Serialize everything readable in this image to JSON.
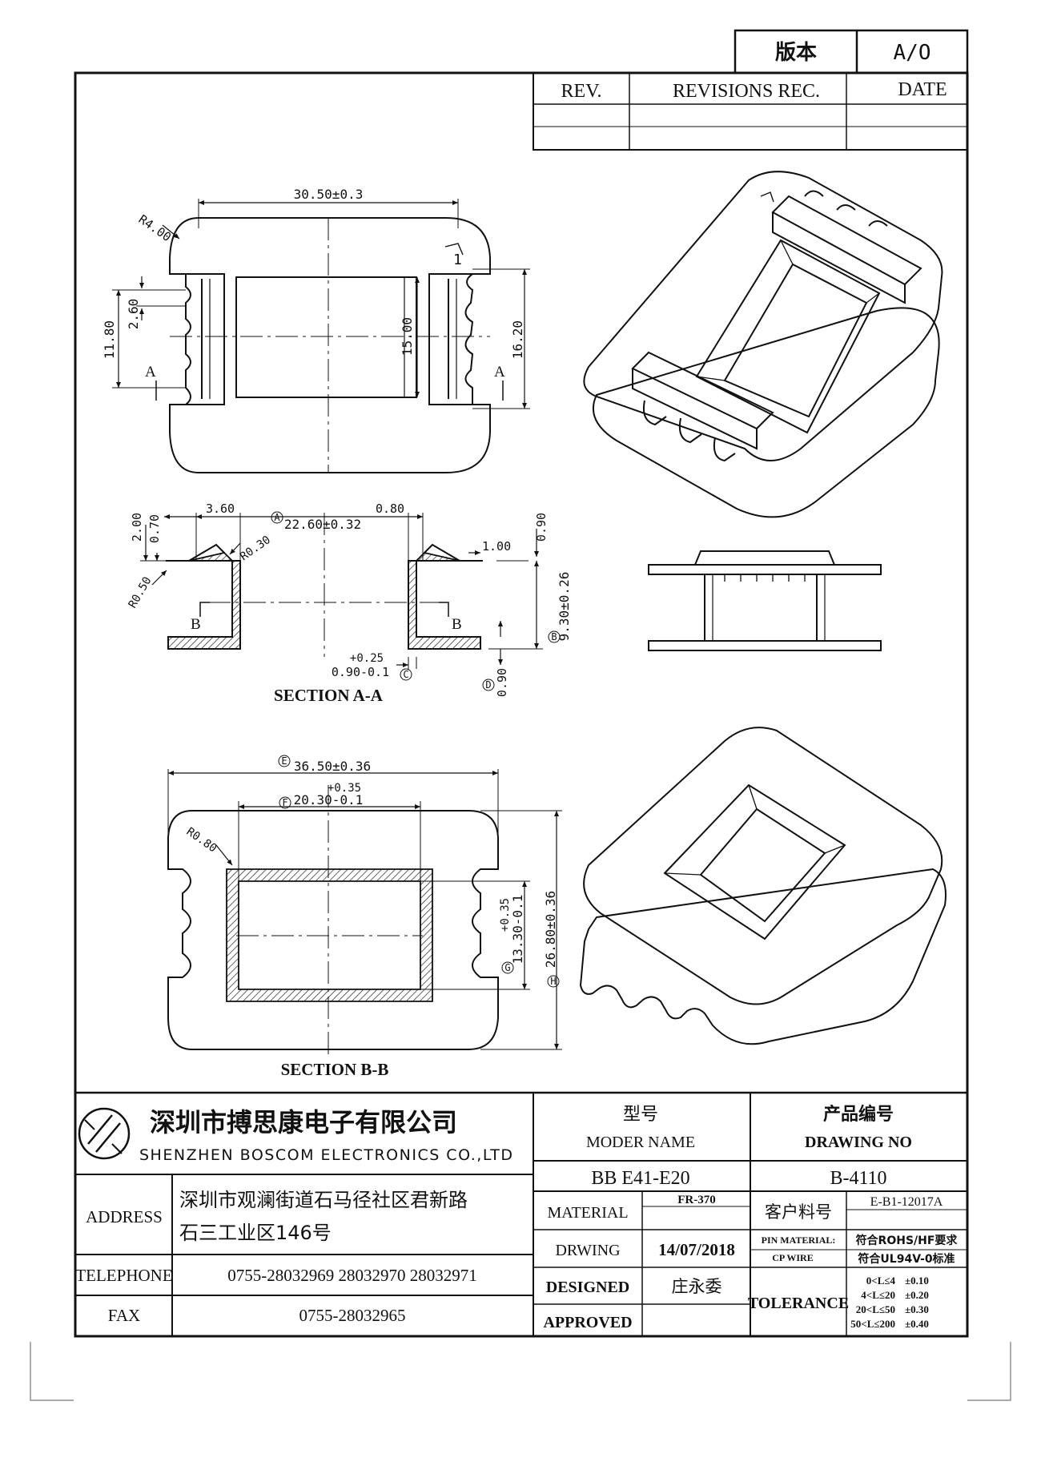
{
  "version_box": {
    "label": "版本",
    "value": "A/O"
  },
  "revisions": {
    "headers": [
      "REV.",
      "REVISIONS REC.",
      "DATE"
    ]
  },
  "top_view": {
    "width": "30.50±0.3",
    "corner_radius": "R4.00",
    "pin1_mark": "1",
    "left_outer": "11.80",
    "slot_pitch": "2.60",
    "window_height": "15.00",
    "right_outer": "16.20",
    "section_letter": "A"
  },
  "section_aa": {
    "title": "SECTION A-A",
    "dim_2_00": "2.00",
    "dim_0_70": "0.70",
    "dim_3_60": "3.60",
    "dim_width": "22.60±0.32",
    "dim_width_marker": "A",
    "dim_0_80": "0.80",
    "dim_0_90_top": "0.90",
    "dim_1_00": "1.00",
    "r030": "R0.30",
    "r050": "R0.50",
    "section_letter": "B",
    "height": "9.30±0.26",
    "height_marker": "B",
    "wall_tol": "+0.25",
    "wall": "0.90-0.1",
    "wall_marker": "C",
    "dim_0_90_bottom": "0.90",
    "dim_0_90_bottom_marker": "D"
  },
  "section_bb": {
    "title": "SECTION B-B",
    "outer_width": "36.50±0.36",
    "outer_width_marker": "E",
    "inner_width_tol": "+0.35",
    "inner_width": "20.30-0.1",
    "inner_width_marker": "F",
    "r080": "R0.80",
    "inner_height_tol": "+0.35",
    "inner_height": "13.30-0.1",
    "inner_height_marker": "G",
    "outer_height": "26.80±0.36",
    "outer_height_marker": "H"
  },
  "company": {
    "name_cn": "深圳市搏思康电子有限公司",
    "name_en": "SHENZHEN BOSCOM ELECTRONICS CO.,LTD"
  },
  "title_block": {
    "model_label_cn": "型号",
    "model_label_en": "MODER NAME",
    "model": "BB E41-E20",
    "drawing_no_label_cn": "产品编号",
    "drawing_no_label_en": "DRAWING NO",
    "drawing_no": "B-4110",
    "address_label": "ADDRESS",
    "address_line1": "深圳市观澜街道石马径社区君新路",
    "address_line2": "石三工业区146号",
    "telephone_label": "TELEPHONE",
    "telephone": "0755-28032969 28032970 28032971",
    "fax_label": "FAX",
    "fax": "0755-28032965",
    "material_label": "MATERIAL",
    "material": "FR-370",
    "customer_no_label": "客户料号",
    "customer_no": "E-B1-12017A",
    "drawing_label": "DRWING",
    "drawing_date": "14/07/2018",
    "pin_material_label": "PIN MATERIAL:",
    "cp_wire_label": "CP WIRE",
    "rohs_note": "符合ROHS/HF要求",
    "ul_note": "符合UL94V-0标准",
    "designed_label": "DESIGNED",
    "designer": "庄永委",
    "approved_label": "APPROVED",
    "tolerance_label": "TOLERANCE",
    "tolerance_rows": [
      {
        "range": "0<L≤4",
        "tol": "±0.10"
      },
      {
        "range": "4<L≤20",
        "tol": "±0.20"
      },
      {
        "range": "20<L≤50",
        "tol": "±0.30"
      },
      {
        "range": "50<L≤200",
        "tol": "±0.40"
      }
    ]
  }
}
